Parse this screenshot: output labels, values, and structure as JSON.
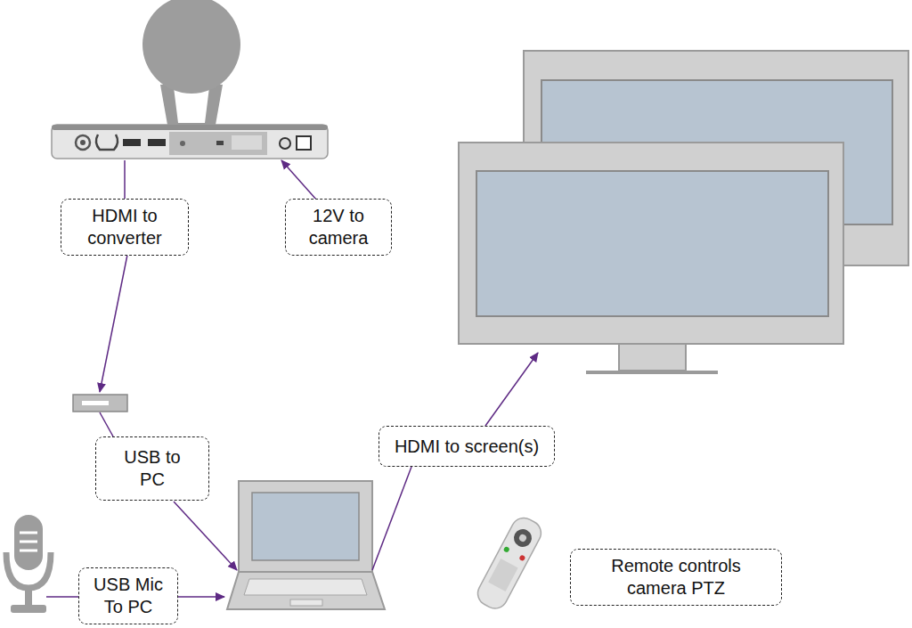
{
  "diagram": {
    "nodes": [
      {
        "text": [
          "HDMI to converter"
        ]
      },
      {
        "text": [
          "12V to camera"
        ]
      },
      {
        "text": [
          "USB to PC"
        ]
      },
      {
        "text": [
          "HDMI to screen(s)"
        ]
      },
      {
        "text": [
          "USB Mic To PC"
        ]
      },
      {
        "text": [
          "Remote controls camera PTZ"
        ]
      }
    ]
  }
}
